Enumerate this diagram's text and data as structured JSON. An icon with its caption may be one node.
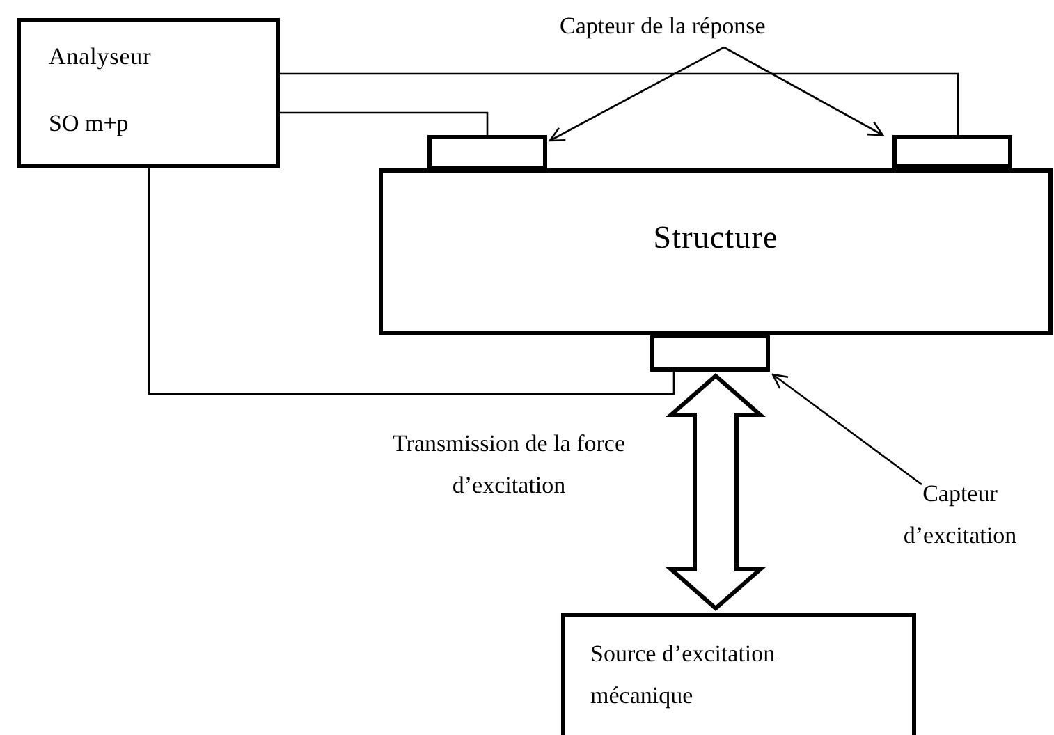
{
  "diagram": {
    "nodes": [
      {
        "text": [
          "Analyseur",
          "SO m+p"
        ]
      },
      {
        "text": [
          "Structure"
        ]
      },
      {
        "text": [],
        "shape": "box"
      },
      {
        "text": [],
        "shape": "box"
      },
      {
        "text": [],
        "shape": "box"
      },
      {
        "text": [
          "Source d’excitation mécanique"
        ]
      },
      {
        "text": [
          "Capteur de la réponse"
        ]
      },
      {
        "text": [
          "Capteur d’excitation"
        ]
      }
    ],
    "edges": [
      {
        "from": 0,
        "to": 3,
        "arrow": "none"
      },
      {
        "from": 0,
        "to": 2,
        "arrow": "none"
      },
      {
        "from": 0,
        "to": 4,
        "arrow": "none"
      },
      {
        "from": 6,
        "to": 2,
        "arrow": "to"
      },
      {
        "from": 6,
        "to": 3,
        "arrow": "to"
      },
      {
        "from": 7,
        "to": 4,
        "arrow": "to"
      },
      {
        "from": 4,
        "to": 5,
        "arrow": "both",
        "style": "thick",
        "label": "Transmission de la force d’excitation"
      }
    ]
  }
}
